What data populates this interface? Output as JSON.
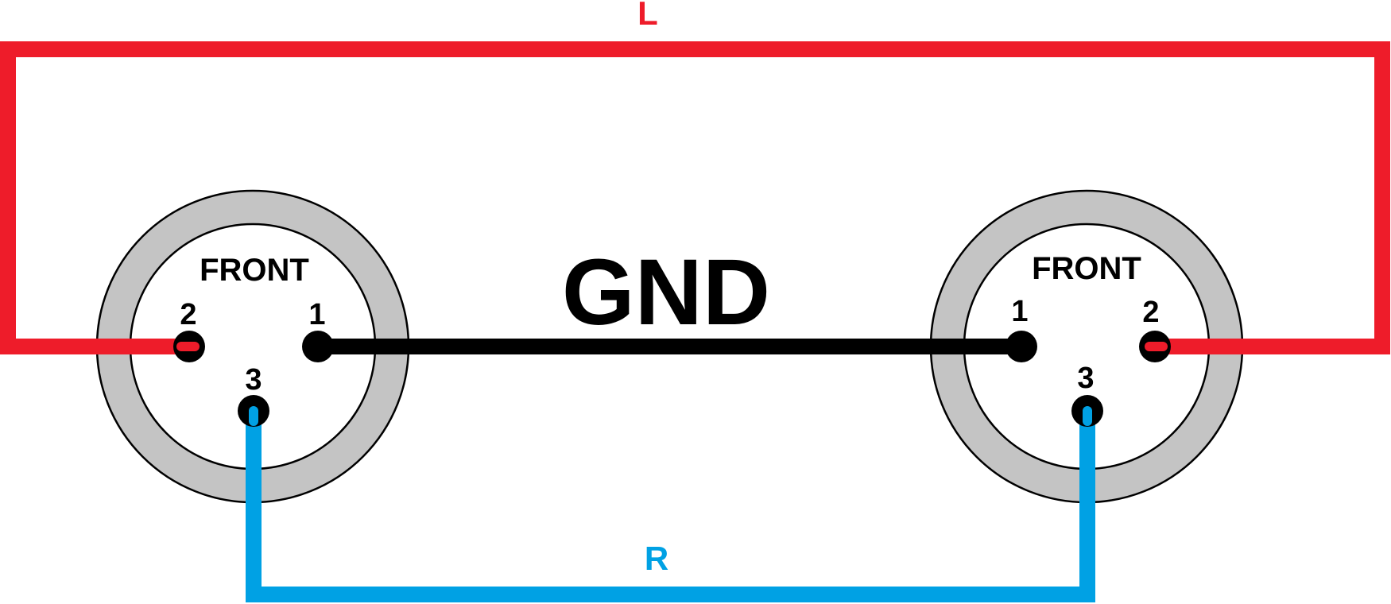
{
  "colors": {
    "left_channel": "#ee1c2a",
    "right_channel": "#00a1e4",
    "ground": "#000000",
    "connector_ring": "#c4c4c4",
    "connector_face": "#ffffff",
    "background": "#ffffff"
  },
  "labels": {
    "left_channel": "L",
    "right_channel": "R",
    "ground": "GND"
  },
  "connectors": [
    {
      "id": "left-connector",
      "face_label": "FRONT",
      "pins": [
        {
          "label": "2",
          "signal": "L"
        },
        {
          "label": "1",
          "signal": "GND"
        },
        {
          "label": "3",
          "signal": "R"
        }
      ]
    },
    {
      "id": "right-connector",
      "face_label": "FRONT",
      "pins": [
        {
          "label": "1",
          "signal": "GND"
        },
        {
          "label": "2",
          "signal": "L"
        },
        {
          "label": "3",
          "signal": "R"
        }
      ]
    }
  ]
}
